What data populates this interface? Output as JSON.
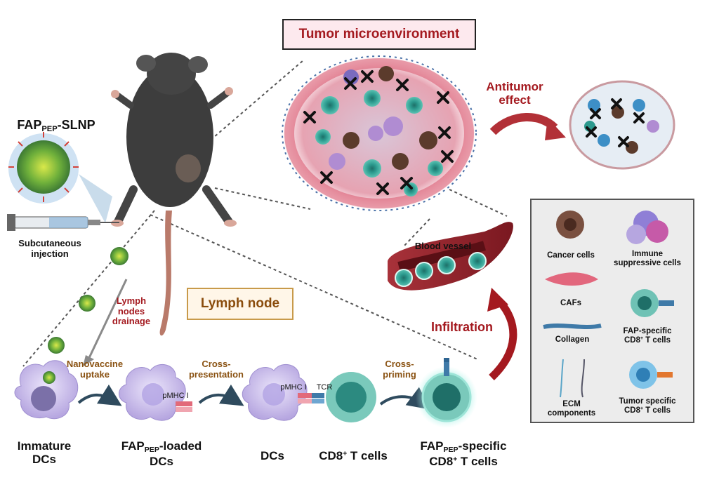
{
  "titles": {
    "tumor_microenvironment": "Tumor microenvironment",
    "lymph_node": "Lymph node",
    "antitumor_effect": "Antitumor effect",
    "blood_vessel": "Blood vessel",
    "infiltration": "Infiltration"
  },
  "vaccine": {
    "name_main": "FAP",
    "name_sub": "PEP",
    "name_suffix": "-SLNP",
    "injection_label": "Subcutaneous injection",
    "drainage_label": "Lymph nodes drainage"
  },
  "steps": {
    "uptake": "Nanovaccine uptake",
    "cross_presentation": "Cross-presentation",
    "cross_priming": "Cross-priming"
  },
  "molecules": {
    "pmhc1": "pMHC I",
    "tcr": "TCR"
  },
  "cells": {
    "immature_dcs": "Immature DCs",
    "loaded_main": "FAP",
    "loaded_sub": "PEP",
    "loaded_suffix": "-loaded",
    "loaded_line2": "DCs",
    "dcs": "DCs",
    "cd8_prefix": "CD8",
    "cd8_sup": "+",
    "cd8_suffix": " T cells",
    "specific_main": "FAP",
    "specific_sub": "PEP",
    "specific_suffix": "-specific",
    "specific_line2_prefix": "CD8",
    "specific_line2_sup": "+",
    "specific_line2_suffix": " T cells"
  },
  "legend": {
    "cancer_cells": "Cancer cells",
    "immune_suppressive_cells": "Immune suppressive cells",
    "cafs": "CAFs",
    "fap_specific_line1": "FAP-specific",
    "fap_specific_prefix": "CD8",
    "fap_specific_sup": "+",
    "fap_specific_suffix": " T cells",
    "collagen": "Collagen",
    "ecm_components": "ECM components",
    "tumor_specific_line1": "Tumor specific",
    "tumor_specific_prefix": "CD8",
    "tumor_specific_sup": "+",
    "tumor_specific_suffix": " T cells"
  },
  "colors": {
    "title_red": "#a4191f",
    "step_brown": "#8a5212",
    "tumor_pink": "#e98a9a",
    "t_cell_teal": "#2c9a8e",
    "dc_lavender": "#c9bde8"
  }
}
